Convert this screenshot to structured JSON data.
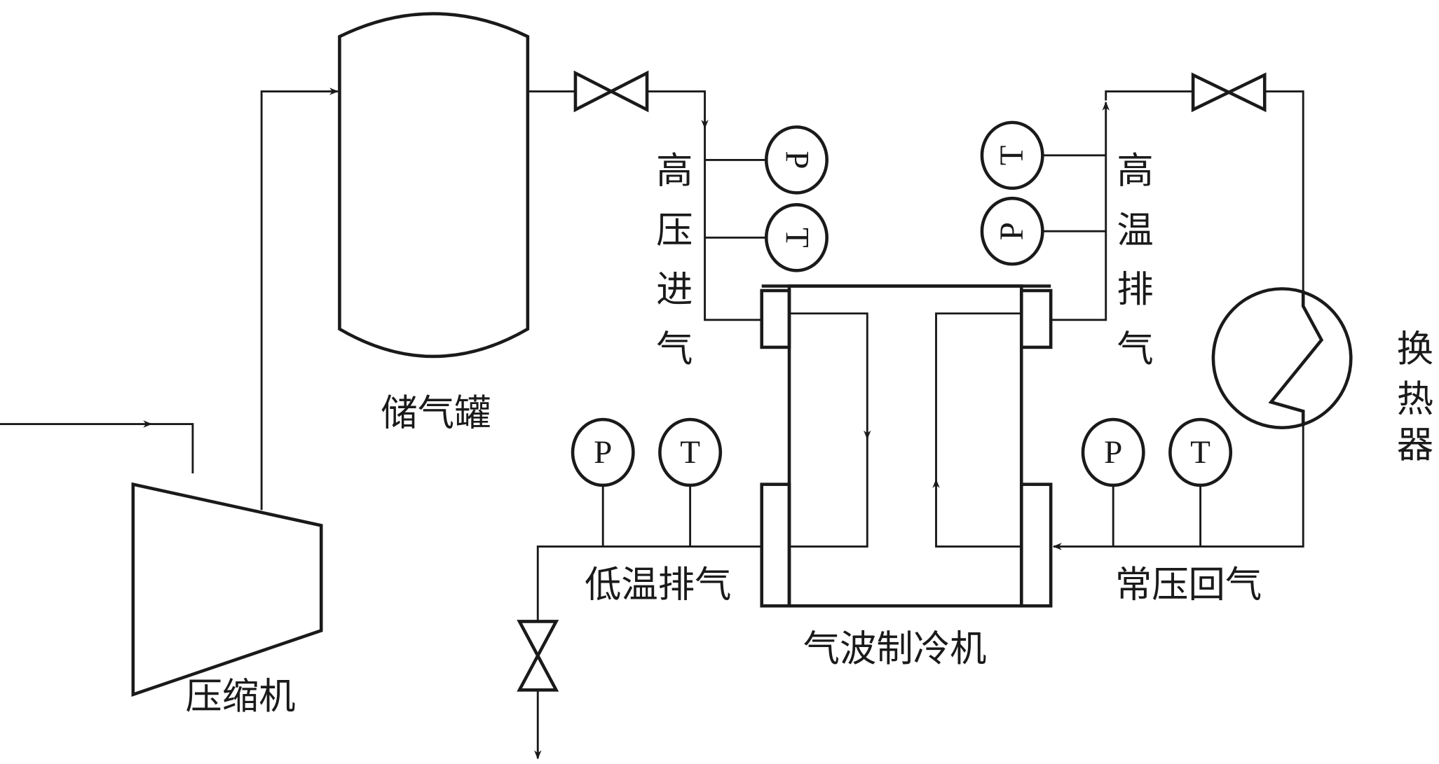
{
  "labels": {
    "compressor": "压缩机",
    "tank": "储气罐",
    "refrigerator": "气波制冷机",
    "low_temp_exhaust": "低温排气",
    "normal_pressure_return": "常压回气",
    "hp_inlet": [
      "高",
      "压",
      "进",
      "气"
    ],
    "ht_exhaust": [
      "高",
      "温",
      "排",
      "气"
    ],
    "heat_exchanger": [
      "换",
      "热",
      "器"
    ]
  },
  "gauges": {
    "pressure": "P",
    "temperature": "T"
  },
  "colors": {
    "line": "#1a1a1a",
    "background": "#ffffff"
  }
}
